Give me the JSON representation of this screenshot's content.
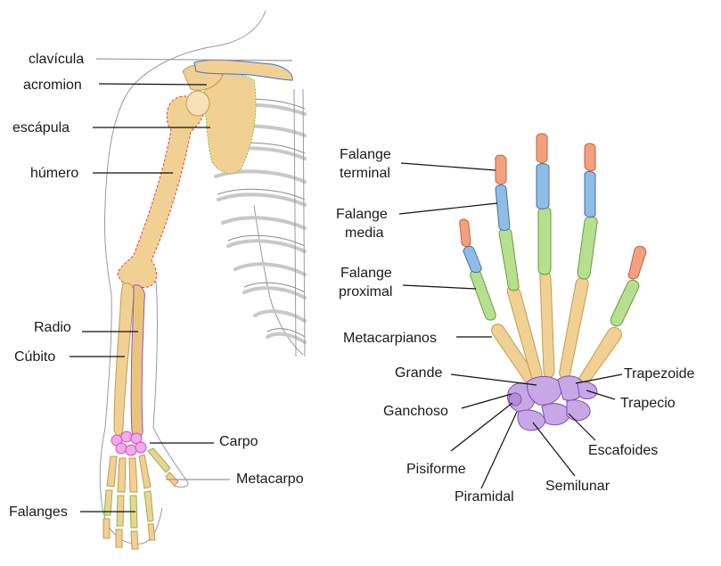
{
  "arm_labels": {
    "clavicula": "clavícula",
    "acromion": "acromion",
    "escapula": "escápula",
    "humero": "húmero",
    "radio": "Radio",
    "cubito": "Cúbito",
    "carpo": "Carpo",
    "metacarpo": "Metacarpo",
    "falanges": "Falanges"
  },
  "hand_labels": {
    "falange_terminal": [
      "Falange",
      "terminal"
    ],
    "falange_media": [
      "Falange",
      "media"
    ],
    "falange_proximal": [
      "Falange",
      "proximal"
    ],
    "metacarpianos": "Metacarpianos",
    "grande": "Grande",
    "ganchoso": "Ganchoso",
    "pisiforme": "Pisiforme",
    "piramidal": "Piramidal",
    "semilunar": "Semilunar",
    "escafoides": "Escafoides",
    "trapecio": "Trapecio",
    "trapezoide": "Trapezoide"
  },
  "colors": {
    "bone": "#f1d193",
    "terminal_phalanx": "#f4a07e",
    "middle_phalanx": "#8fbde6",
    "proximal_phalanx": "#b6e08d",
    "carpals": "#c7a7e6",
    "clavicle_outline": "#3a6fd8",
    "scapula_outline": "#79c04a",
    "humerus_outline": "#e0403a",
    "radius_outline": "#9b4fc9"
  }
}
